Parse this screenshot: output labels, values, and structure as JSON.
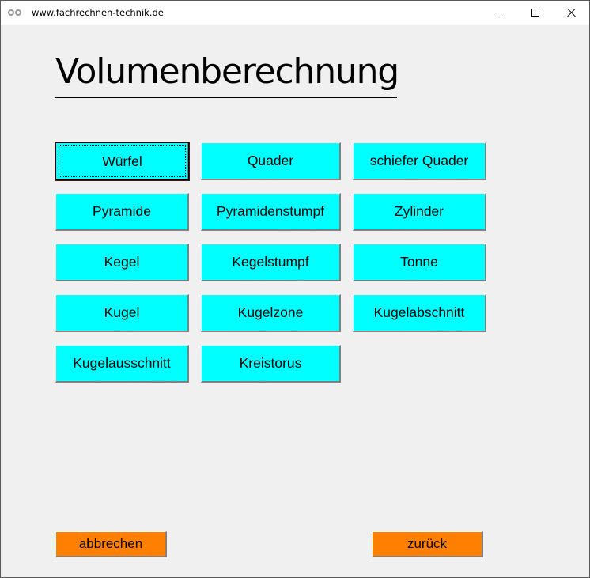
{
  "window": {
    "title": "www.fachrechnen-technik.de",
    "controls": {
      "minimize": "minimize",
      "maximize": "maximize",
      "close": "close"
    }
  },
  "page": {
    "title": "Volumenberechnung"
  },
  "shapes": [
    {
      "label": "Würfel",
      "row": 0,
      "col": 0,
      "focused": true
    },
    {
      "label": "Quader",
      "row": 0,
      "col": 1
    },
    {
      "label": "schiefer Quader",
      "row": 0,
      "col": 2
    },
    {
      "label": "Pyramide",
      "row": 1,
      "col": 0
    },
    {
      "label": "Pyramidenstumpf",
      "row": 1,
      "col": 1
    },
    {
      "label": "Zylinder",
      "row": 1,
      "col": 2
    },
    {
      "label": "Kegel",
      "row": 2,
      "col": 0
    },
    {
      "label": "Kegelstumpf",
      "row": 2,
      "col": 1
    },
    {
      "label": "Tonne",
      "row": 2,
      "col": 2
    },
    {
      "label": "Kugel",
      "row": 3,
      "col": 0
    },
    {
      "label": "Kugelzone",
      "row": 3,
      "col": 1
    },
    {
      "label": "Kugelabschnitt",
      "row": 3,
      "col": 2
    },
    {
      "label": "Kugelausschnitt",
      "row": 4,
      "col": 0
    },
    {
      "label": "Kreistorus",
      "row": 4,
      "col": 1
    }
  ],
  "actions": {
    "cancel_label": "abbrechen",
    "back_label": "zurück"
  },
  "colors": {
    "shape_button_bg": "#00ffff",
    "action_button_bg": "#ff8000",
    "window_bg": "#f0f0f0"
  }
}
